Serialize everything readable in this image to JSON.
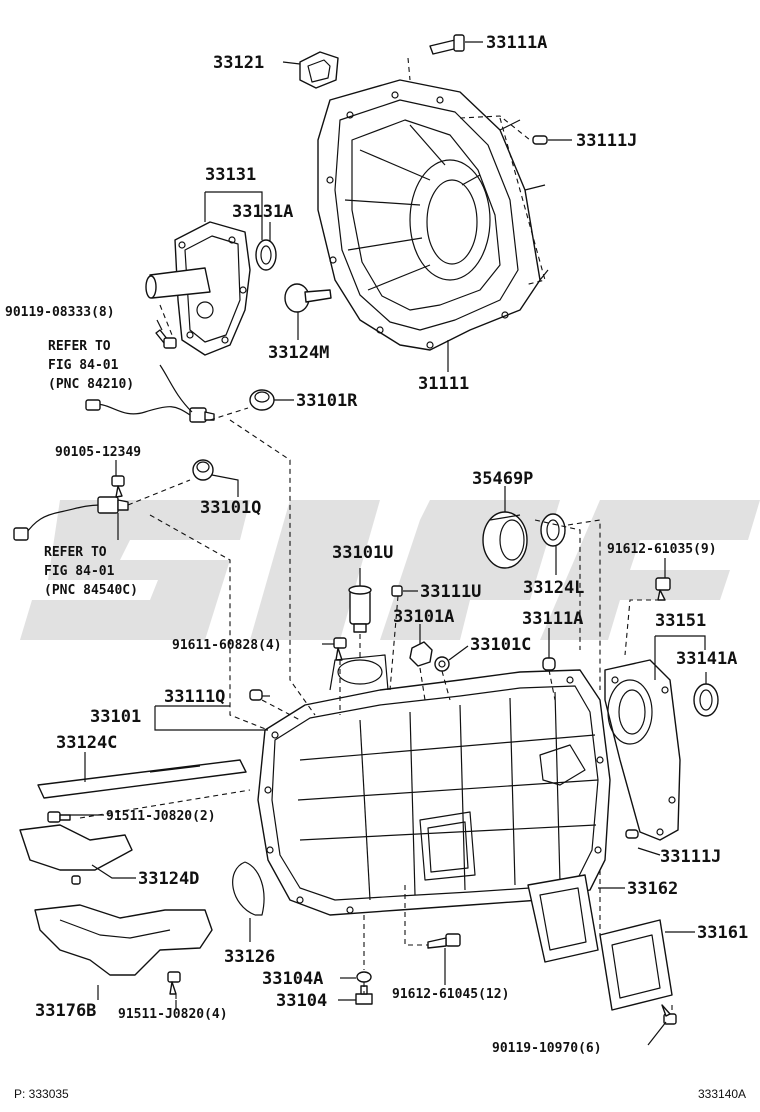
{
  "parts": {
    "p33111A_top": "33111A",
    "p33121": "33121",
    "p33111J_top": "33111J",
    "p33131": "33131",
    "p33131A": "33131A",
    "p90119_08333": "90119-08333(8)",
    "p33124M": "33124M",
    "p31111": "31111",
    "p33101R": "33101R",
    "p90105_12349": "90105-12349",
    "p33101Q": "33101Q",
    "p35469P": "35469P",
    "p33101U": "33101U",
    "p33124L": "33124L",
    "p91612_61035": "91612-61035(9)",
    "p33111U": "33111U",
    "p33101A": "33101A",
    "p33111A_mid": "33111A",
    "p33151": "33151",
    "p91611_60828": "91611-60828(4)",
    "p33101C": "33101C",
    "p33141A": "33141A",
    "p33101": "33101",
    "p33111Q": "33111Q",
    "p33124C": "33124C",
    "p91511_J0820_2": "91511-J0820(2)",
    "p33111J_bot": "33111J",
    "p33124D": "33124D",
    "p33162": "33162",
    "p33126": "33126",
    "p33161": "33161",
    "p33104A": "33104A",
    "p91612_61045": "91612-61045(12)",
    "p33104": "33104",
    "p91511_J0820_4": "91511-J0820(4)",
    "p33176B": "33176B",
    "p90119_10970": "90119-10970(6)"
  },
  "refs": {
    "r1_l1": "REFER TO",
    "r1_l2": "FIG 84-01",
    "r1_l3": "(PNC 84210)",
    "r2_l1": "REFER TO",
    "r2_l2": "FIG 84-01",
    "r2_l3": "(PNC 84540C)"
  },
  "footer": {
    "page_code": "P: 333035",
    "drawing_code": "333140A"
  }
}
